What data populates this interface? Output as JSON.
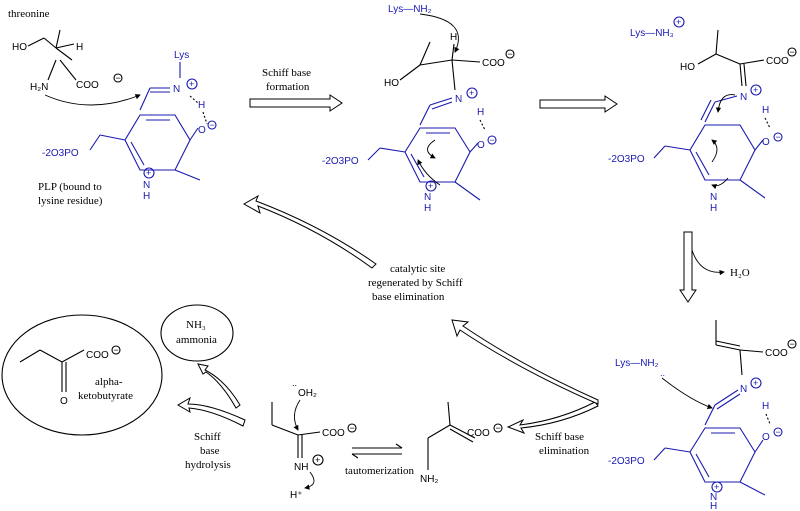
{
  "labels": {
    "threonine": "threonine",
    "plp_line1": "PLP (bound to",
    "plp_line2": "lysine residue)",
    "step1_line1": "Schiff base",
    "step1_line2": "formation",
    "h2o": "H2O",
    "cat_line1": "catalytic site",
    "cat_line2": "regenerated by Schiff",
    "cat_line3": "base elimination",
    "elim_line1": "Schiff base",
    "elim_line2": "elimination",
    "taut": "tautomerization",
    "hyd_line1": "Schiff",
    "hyd_line2": "base",
    "hyd_line3": "hydrolysis",
    "nh3": "NH3",
    "ammonia": "ammonia",
    "akb_line1": "alpha-",
    "akb_line2": "ketobutyrate"
  },
  "atoms": {
    "lys": "Lys",
    "nh2": "NH2",
    "nh3": "NH3",
    "n": "N",
    "h": "H",
    "o": "O",
    "ho": "HO",
    "coo": "COO",
    "oh2": "OH2",
    "hplus": "H+",
    "po3": "-2O3PO",
    "plus": "+",
    "minus": "−",
    "dots": ".."
  },
  "colors": {
    "black": "#000000",
    "blue": "#1a1ab0"
  }
}
